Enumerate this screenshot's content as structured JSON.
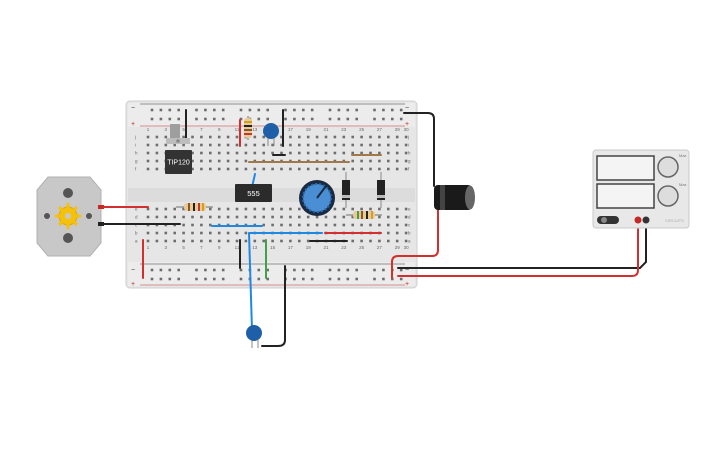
{
  "chip_timer": {
    "label": "555"
  },
  "chip_transistor": {
    "label": "TIP120"
  },
  "breadboard": {
    "row_letters_top": [
      "j",
      "i",
      "h",
      "g",
      "f"
    ],
    "row_letters_bottom": [
      "e",
      "d",
      "c",
      "b",
      "a"
    ],
    "column_numbers": [
      "1",
      "2",
      "3",
      "4",
      "5",
      "6",
      "7",
      "8",
      "9",
      "10",
      "11",
      "12",
      "13",
      "14",
      "15",
      "16",
      "17",
      "18",
      "19",
      "20",
      "21",
      "22",
      "23",
      "24",
      "25",
      "26",
      "27",
      "28",
      "29",
      "30"
    ],
    "rail_plus": "+",
    "rail_minus": "−"
  },
  "power_supply": {
    "knob1_label": "Max",
    "knob2_label": "Max",
    "brand": "CIRCUITS"
  },
  "colors": {
    "wire_red": "#d32f2f",
    "wire_black": "#222222",
    "wire_blue": "#1e88e5",
    "wire_green": "#43a047",
    "wire_brown": "#a0784a",
    "board": "#e9e9e9",
    "cap_blue": "#1f5fa8"
  }
}
